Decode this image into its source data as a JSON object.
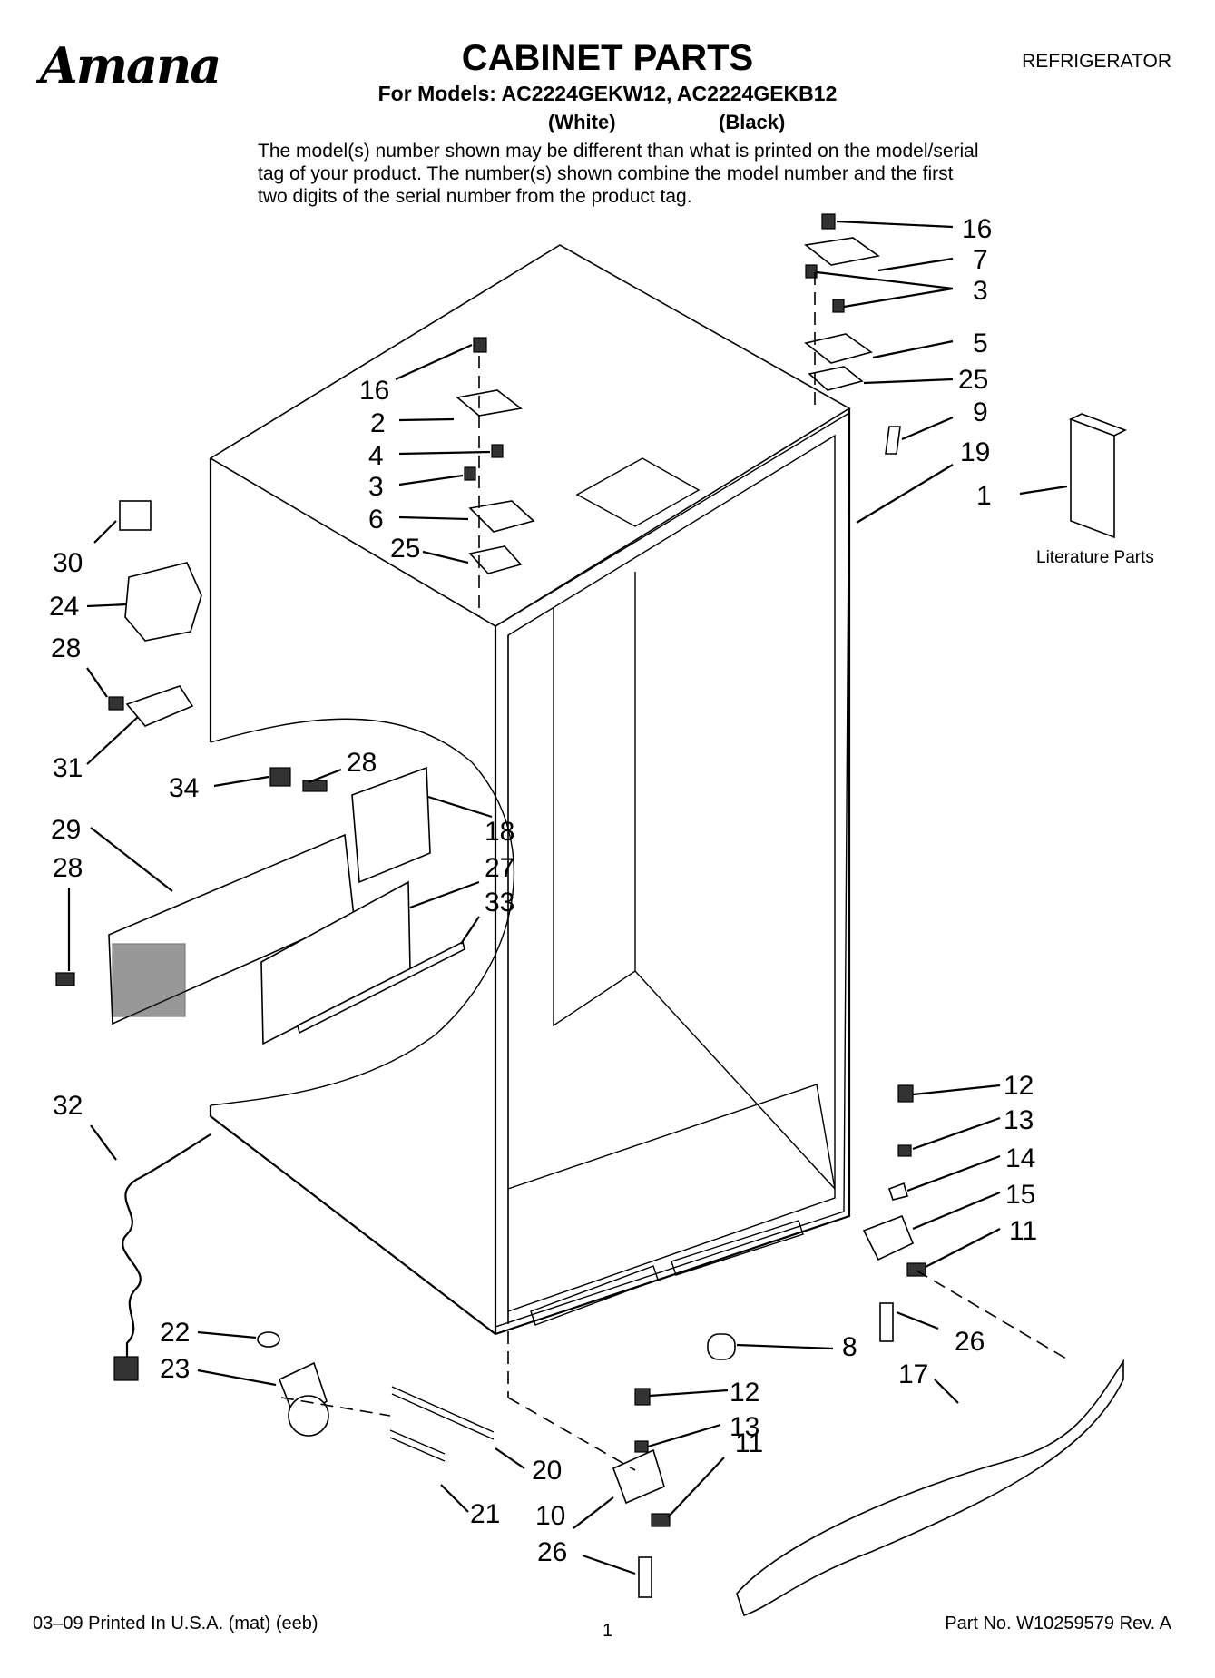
{
  "header": {
    "brand": "Amana",
    "title": "CABINET PARTS",
    "models_line": "For Models: AC2224GEKW12, AC2224GEKB12",
    "variant_white": "(White)",
    "variant_black": "(Black)",
    "category": "REFRIGERATOR",
    "note": "The model(s) number shown may be different than what is printed on the model/serial tag of your product. The number(s) shown combine the model number and the first two digits of the serial number from the product tag."
  },
  "literature_label": "Literature Parts",
  "callouts": {
    "c16a": "16",
    "c7": "7",
    "c3a": "3",
    "c5": "5",
    "c25a": "25",
    "c9": "9",
    "c19": "19",
    "c1": "1",
    "c16b": "16",
    "c2": "2",
    "c4": "4",
    "c3b": "3",
    "c6": "6",
    "c25b": "25",
    "c30": "30",
    "c24": "24",
    "c28a": "28",
    "c31": "31",
    "c34": "34",
    "c28b": "28",
    "c18": "18",
    "c29": "29",
    "c28c": "28",
    "c27": "27",
    "c33": "33",
    "c32": "32",
    "c12a": "12",
    "c13a": "13",
    "c14": "14",
    "c15": "15",
    "c11a": "11",
    "c26a": "26",
    "c22": "22",
    "c23": "23",
    "c8": "8",
    "c12b": "12",
    "c13b": "13",
    "c11b": "11",
    "c17": "17",
    "c20": "20",
    "c21": "21",
    "c10": "10",
    "c26b": "26"
  },
  "footer": {
    "left": "03–09 Printed In U.S.A. (mat) (eeb)",
    "page": "1",
    "part_no": "Part No. W10259579 Rev. A"
  }
}
